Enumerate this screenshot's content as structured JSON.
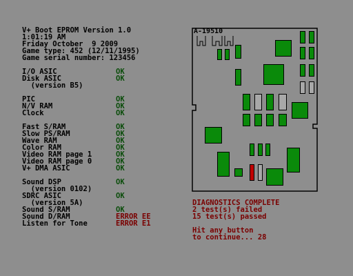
{
  "header": {
    "line1": "V+ Boot EPROM Version 1.0",
    "line2": "1:01:19 AM",
    "line3": "Friday October  9 2009",
    "line4": "Game type: 452 (12/11/1995)",
    "line5": "Game serial number: 123456"
  },
  "tests": {
    "io_asic": {
      "label": "I/O ASIC",
      "status": "OK"
    },
    "disk_asic": {
      "label": "Disk ASIC",
      "status": "OK"
    },
    "disk_asic_version": "  (version B5)",
    "pic": {
      "label": "PIC",
      "status": "OK"
    },
    "nv_ram": {
      "label": "N/V RAM",
      "status": "OK"
    },
    "clock": {
      "label": "Clock",
      "status": "OK"
    },
    "fast_sram": {
      "label": "Fast S/RAM",
      "status": "OK"
    },
    "slow_psram": {
      "label": "Slow PS/RAM",
      "status": "OK"
    },
    "wave_ram": {
      "label": "Wave RAM",
      "status": "OK"
    },
    "color_ram": {
      "label": "Color RAM",
      "status": "OK"
    },
    "video_ram_1": {
      "label": "Video RAM page 1",
      "status": "OK"
    },
    "video_ram_0": {
      "label": "Video RAM page 0",
      "status": "OK"
    },
    "dma_asic": {
      "label": "V+ DMA ASIC",
      "status": "OK"
    },
    "sound_dsp": {
      "label": "Sound DSP",
      "status": "OK"
    },
    "sound_dsp_version": "  (version 0102)",
    "sdrc_asic": {
      "label": "SDRC ASIC",
      "status": "OK"
    },
    "sdrc_asic_version": "  (version 5A)",
    "sound_sram": {
      "label": "Sound S/RAM",
      "status": "OK"
    },
    "sound_dram": {
      "label": "Sound D/RAM",
      "status": "ERROR EE"
    },
    "listen_tone": {
      "label": "Listen for Tone",
      "status": "ERROR E1"
    }
  },
  "board": {
    "label": "A-19510"
  },
  "diagnostics": {
    "title": "DIAGNOSTICS COMPLETE",
    "failed": "2 test(s) failed",
    "passed": "15 test(s) passed",
    "prompt1": "Hit any button",
    "prompt2": "to continue... 28"
  },
  "colors": {
    "background": "#8e8e8e",
    "ok_text": "#0b4d0b",
    "error_text": "#7a0000",
    "chip_ok": "#0a8a0a",
    "chip_fail": "#c00000",
    "chip_untested": "#a8a8a8"
  }
}
